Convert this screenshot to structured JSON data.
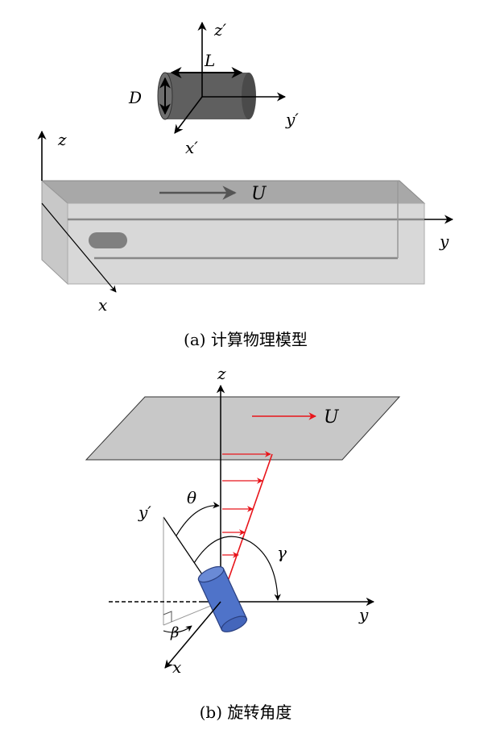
{
  "figure_a": {
    "caption": "(a) 计算物理模型",
    "label_z_prime": "z′",
    "label_y_prime": "y′",
    "label_x_prime": "x′",
    "label_L": "L",
    "label_D": "D",
    "label_z": "z",
    "label_y": "y",
    "label_x": "x",
    "label_U": "U"
  },
  "figure_b": {
    "caption": "(b) 旋转角度",
    "label_z": "z",
    "label_U": "U",
    "label_y_prime": "y′",
    "label_theta": "θ",
    "label_gamma": "γ",
    "label_beta": "β",
    "label_y": "y",
    "label_x": "x"
  },
  "colors": {
    "flow_arrow": "#e8151b",
    "cylinder_a": "#5a5a5a",
    "cylinder_b": "#4f73c9",
    "plate": "#c8c8c8",
    "channel": "#d9d9d9"
  }
}
